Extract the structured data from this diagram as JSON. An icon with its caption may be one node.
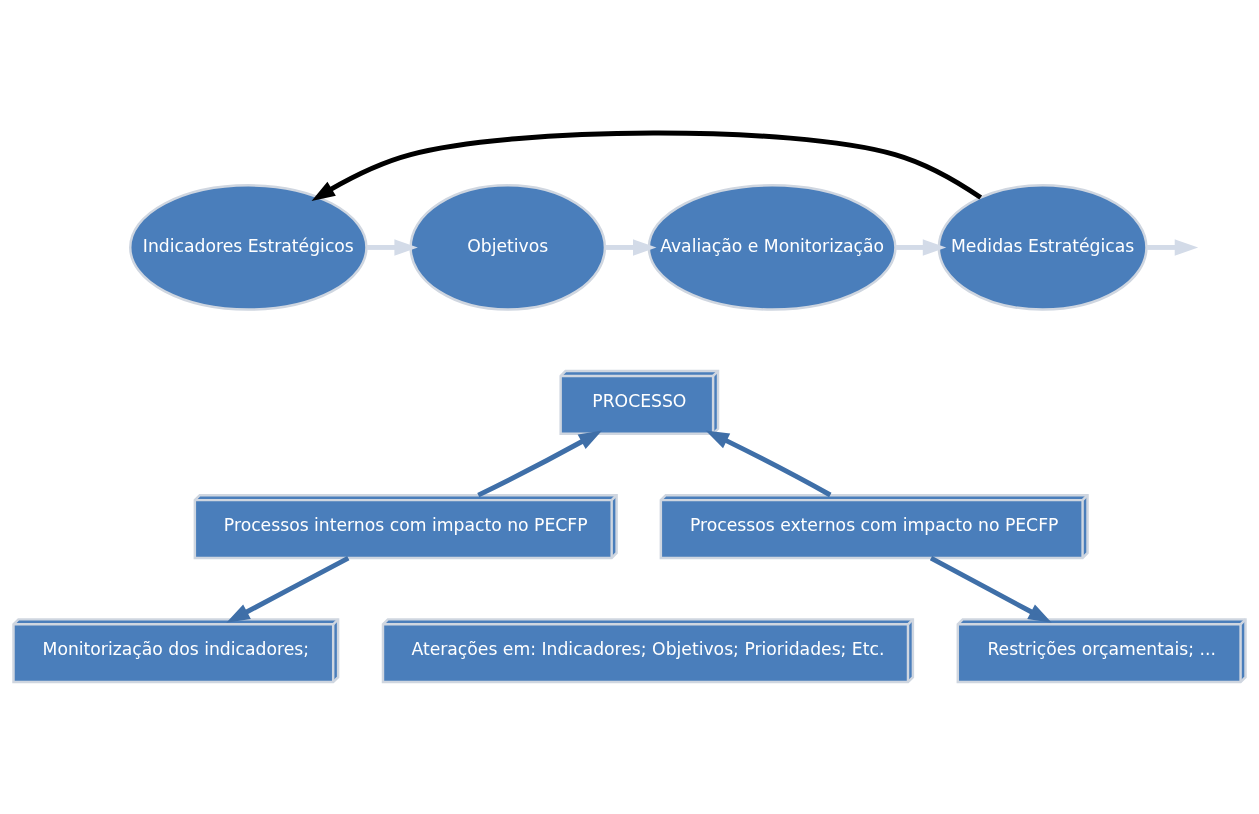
{
  "diagram": {
    "nodes": [
      {
        "text": [
          "Indicadores Estratégicos"
        ]
      },
      {
        "text": [
          "Objetivos"
        ]
      },
      {
        "text": [
          "Avaliação e Monitorização"
        ]
      },
      {
        "text": [
          "Medidas Estratégicas"
        ]
      },
      {
        "text": [
          "PROCESSO"
        ]
      },
      {
        "text": [
          "Processos internos com impacto no PECFP"
        ]
      },
      {
        "text": [
          "Processos externos com impacto no PECFP"
        ]
      },
      {
        "text": [
          "Monitorização dos indicadores;"
        ]
      },
      {
        "text": [
          "Aterações em: Indicadores; Objetivos; Prioridades; Etc."
        ]
      },
      {
        "text": [
          "Restrições orçamentais; ..."
        ]
      }
    ],
    "edges": [
      {
        "from": 0,
        "to": 1,
        "arrow": "to",
        "color": "#d3dbe8"
      },
      {
        "from": 1,
        "to": 2,
        "arrow": "to",
        "color": "#d3dbe8"
      },
      {
        "from": 2,
        "to": 3,
        "arrow": "to",
        "color": "#d3dbe8"
      },
      {
        "from": 3,
        "to": null,
        "arrow": "to",
        "color": "#d3dbe8"
      },
      {
        "from": 3,
        "to": 0,
        "arrow": "to",
        "color": "#000000"
      },
      {
        "from": 5,
        "to": 4,
        "arrow": "to",
        "color": "#3f6fa8"
      },
      {
        "from": 6,
        "to": 4,
        "arrow": "to",
        "color": "#3f6fa8"
      },
      {
        "from": 5,
        "to": 7,
        "arrow": "to",
        "color": "#3f6fa8"
      },
      {
        "from": 6,
        "to": 9,
        "arrow": "to",
        "color": "#3f6fa8"
      }
    ]
  }
}
